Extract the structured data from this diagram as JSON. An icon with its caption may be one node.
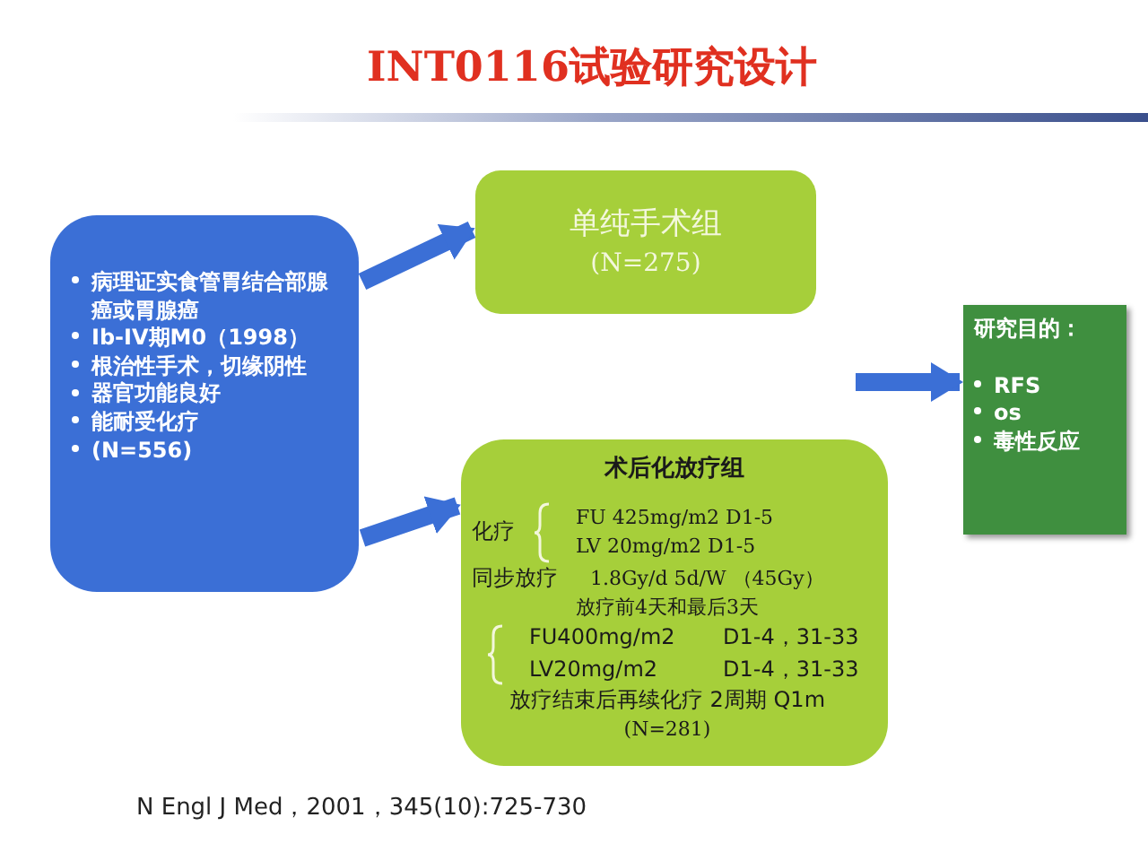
{
  "diagram": {
    "title": "INT0116试验研究设计",
    "nodes": [
      {
        "text": [
          "病理证实食管胃结合部腺癌或胃腺癌",
          "Ib-IV期M0（1998）",
          "根治性手术，切缘阴性",
          "器官功能良好",
          "能耐受化疗",
          "(N=556)"
        ]
      },
      {
        "text": [
          "单纯手术组",
          "(N=275)"
        ]
      },
      {
        "text": [
          "术后化放疗组",
          "化疗",
          "FU 425mg/m2 D1-5",
          "LV 20mg/m2 D1-5",
          "同步放疗",
          "1.8Gy/d 5d/W （45Gy）",
          "放疗前4天和最后3天",
          "FU400mg/m2",
          "D1-4，31-33",
          "LV20mg/m2",
          "D1-4，31-33",
          "放疗结束后再续化疗 2周期 Q1m",
          "(N=281)"
        ]
      },
      {
        "text": [
          "研究目的：",
          "RFS",
          "os",
          "毒性反应"
        ]
      }
    ],
    "edges": [
      {
        "from": 0,
        "to": 1,
        "arrow": "to"
      },
      {
        "from": 0,
        "to": 2,
        "arrow": "to"
      },
      {
        "from": null,
        "to": 3,
        "arrow": "to"
      }
    ],
    "labels": [
      "N Engl J Med，2001，345(10):725-730"
    ]
  }
}
